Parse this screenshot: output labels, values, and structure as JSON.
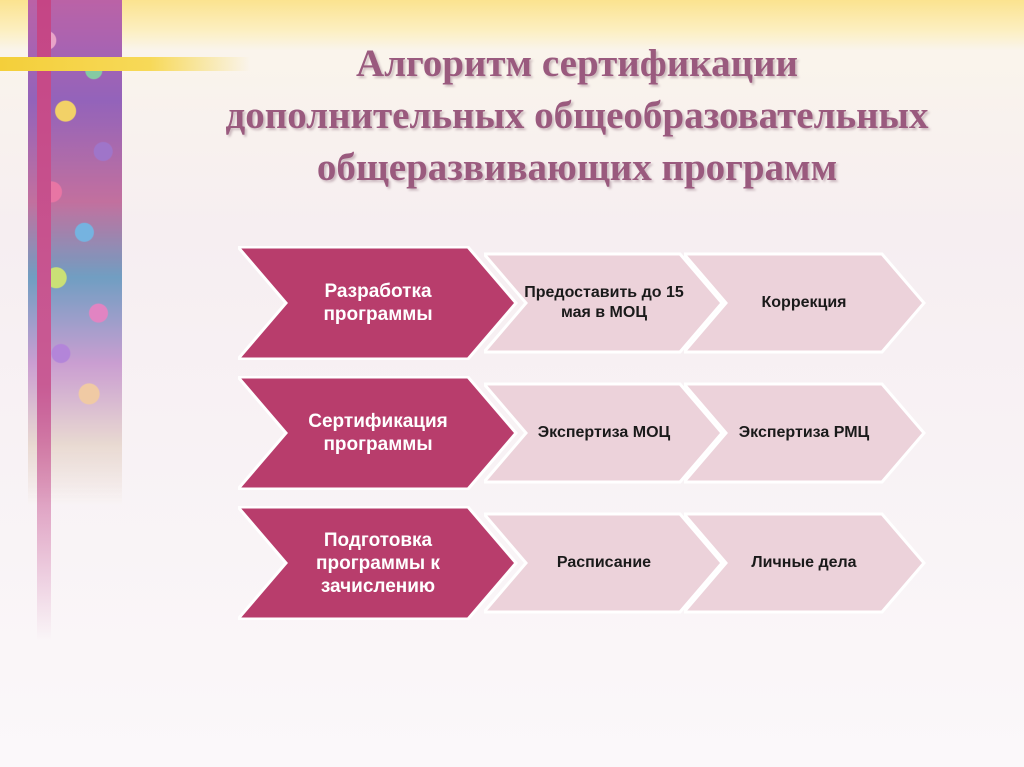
{
  "title": {
    "line1": "Алгоритм сертификации",
    "line2": "дополнительных общеобразовательных",
    "line3": "общеразвивающих программ"
  },
  "colors": {
    "main_step": "#b83d6c",
    "sub_step": "#ecd2da",
    "title": "#9a5a7e"
  },
  "rows": [
    {
      "main": "Разработка программы",
      "sub1": "Предоставить до 15 мая в МОЦ",
      "sub2": "Коррекция"
    },
    {
      "main": "Сертификация программы",
      "sub1": "Экспертиза МОЦ",
      "sub2": "Экспертиза РМЦ"
    },
    {
      "main": "Подготовка программы к зачислению",
      "sub1": "Расписание",
      "sub2": "Личные дела"
    }
  ]
}
